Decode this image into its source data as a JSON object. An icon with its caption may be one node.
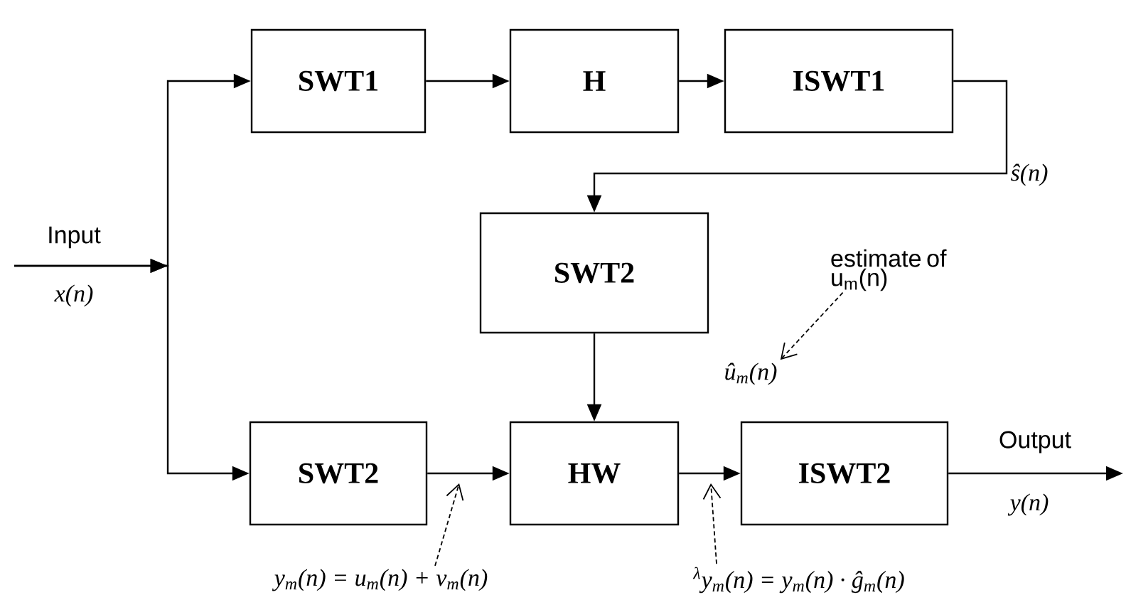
{
  "diagram": {
    "nodes": [
      {
        "text": [
          "SWT1"
        ]
      },
      {
        "text": [
          "H"
        ]
      },
      {
        "text": [
          "ISWT1"
        ]
      },
      {
        "text": [
          "SWT2"
        ]
      },
      {
        "text": [
          "HW"
        ]
      },
      {
        "text": [
          "SWT2"
        ]
      },
      {
        "text": [
          "ISWT2"
        ]
      },
      {
        "text": [
          "estimate of u$_{m}$(n)"
        ]
      },
      {
        "text": [
          "û$_{m}$(n)"
        ]
      },
      {
        "text": [
          "y$_{m}$(n) = u$_{m}$(n) + v$_{m}$(n)"
        ]
      },
      {
        "text": [
          "$^{λ}$y$_{m}$(n) = y$_{m}$(n) · ĝ$_{m}$(n)"
        ]
      }
    ],
    "edges": [
      {
        "from": null,
        "to": 0,
        "arrow": "to",
        "label": "Input"
      },
      {
        "from": null,
        "to": 5,
        "arrow": "to"
      },
      {
        "from": 0,
        "to": 1,
        "arrow": "to"
      },
      {
        "from": 1,
        "to": 2,
        "arrow": "to"
      },
      {
        "from": 2,
        "to": 3,
        "arrow": "to"
      },
      {
        "from": 3,
        "to": 4,
        "arrow": "to"
      },
      {
        "from": 5,
        "to": 4,
        "arrow": "to"
      },
      {
        "from": 4,
        "to": 6,
        "arrow": "to"
      },
      {
        "from": 6,
        "to": null,
        "arrow": "to",
        "label": "Output"
      },
      {
        "from": 7,
        "to": 8,
        "arrow": "to",
        "style": "dashed"
      },
      {
        "from": 9,
        "to": null,
        "arrow": "to",
        "style": "dashed"
      },
      {
        "from": 10,
        "to": null,
        "arrow": "to",
        "style": "dashed"
      }
    ],
    "labels": [
      "x(n)",
      "ŝ(n)",
      "y(n)"
    ]
  }
}
